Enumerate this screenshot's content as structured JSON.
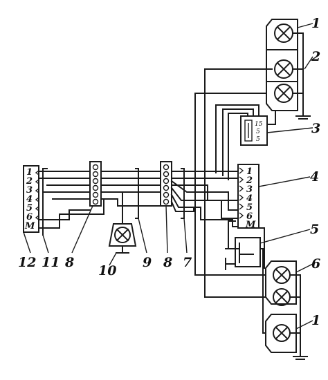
{
  "callouts": {
    "c1_top": "1",
    "c2": "2",
    "c3": "3",
    "c4": "4",
    "c5": "5",
    "c6": "6",
    "c1_bottom": "1",
    "c12": "12",
    "c11": "11",
    "c8_left": "8",
    "c10": "10",
    "c9": "9",
    "c8_right": "8",
    "c7": "7"
  },
  "left_connector_pins": [
    "1",
    "2",
    "3",
    "4",
    "5",
    "6",
    "M"
  ],
  "right_connector_pins": [
    "1",
    "2",
    "3",
    "4",
    "5",
    "6",
    "M"
  ],
  "relay_contacts": [
    "15",
    "5",
    "5"
  ]
}
